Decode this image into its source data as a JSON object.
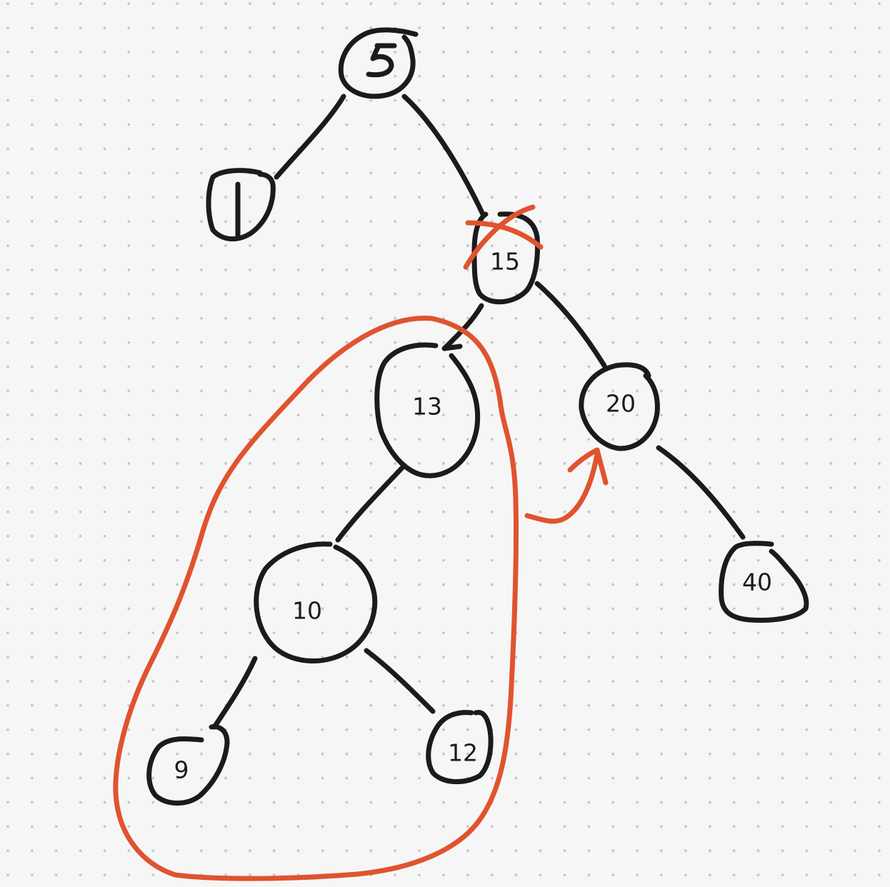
{
  "colors": {
    "background": "#f6f6f6",
    "grid_dot": "#c4c4c4",
    "ink": "#1b1b1b",
    "annotation": "#e0532f"
  },
  "nodes": {
    "n5": "5",
    "n1": "1",
    "n15": "15",
    "n13": "13",
    "n20": "20",
    "n10": "10",
    "n40": "40",
    "n9": "9",
    "n12": "12"
  }
}
